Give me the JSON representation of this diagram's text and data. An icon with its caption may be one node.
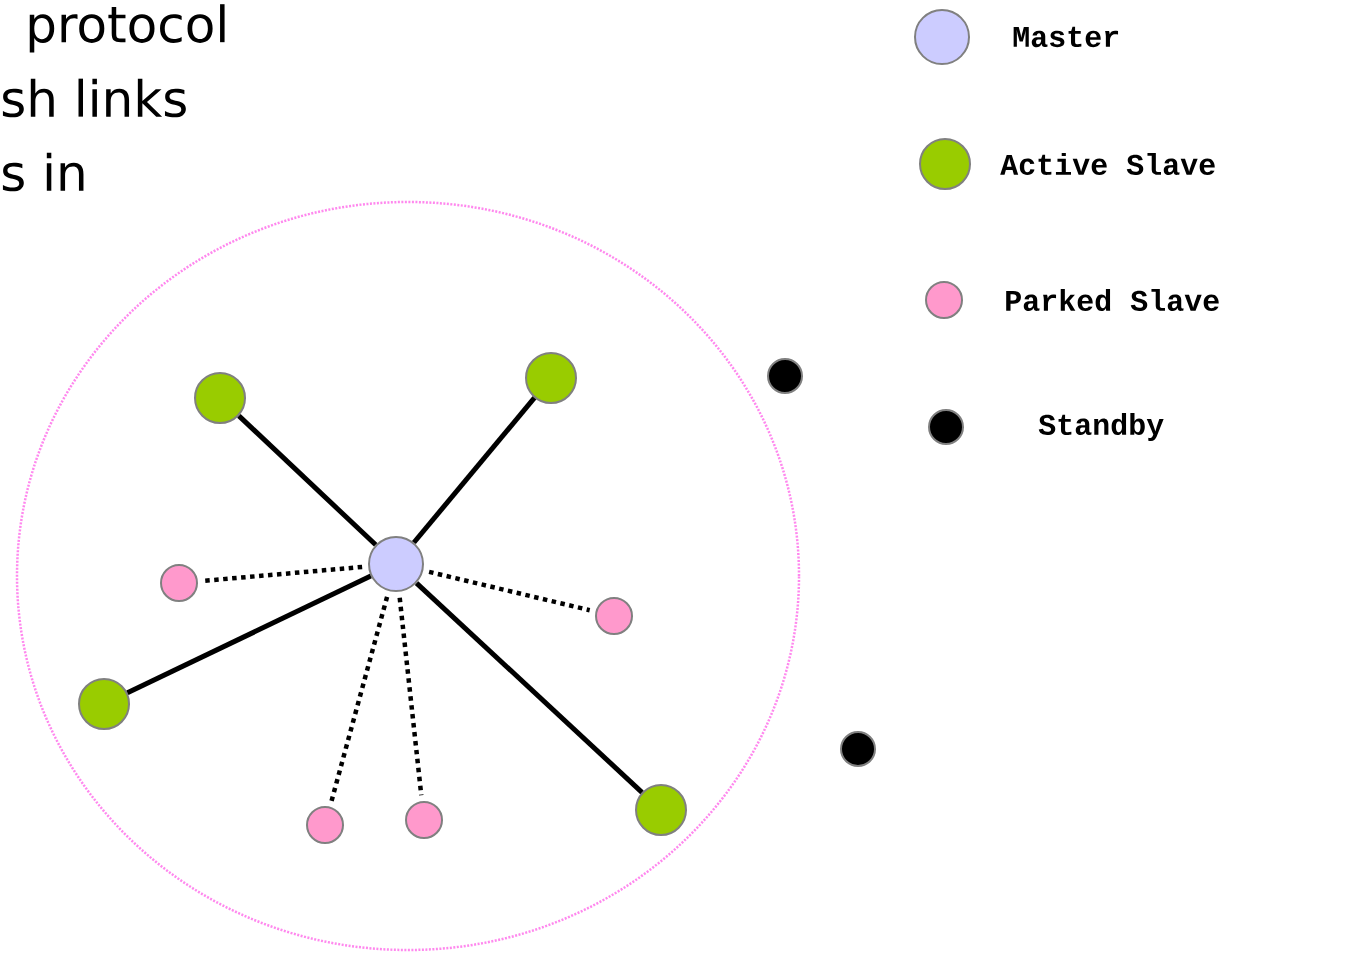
{
  "diagram": {
    "nodes": [
      {
        "text": [],
        "shape": "circle"
      },
      {
        "text": [],
        "shape": "circle",
        "in": 0
      },
      {
        "text": [],
        "shape": "circle",
        "in": 0
      },
      {
        "text": [],
        "shape": "circle"
      },
      {
        "text": [],
        "shape": "circle",
        "in": 0
      },
      {
        "text": [],
        "shape": "circle",
        "in": 0
      },
      {
        "text": [],
        "shape": "circle",
        "in": 0
      },
      {
        "text": [],
        "shape": "circle",
        "in": 0
      },
      {
        "text": [],
        "shape": "circle"
      },
      {
        "text": [],
        "shape": "circle",
        "in": 0
      },
      {
        "text": [],
        "shape": "circle",
        "in": 0
      },
      {
        "text": [],
        "shape": "circle",
        "in": 0
      }
    ],
    "edges": [
      {
        "from": 5,
        "to": 1,
        "arrow": "none"
      },
      {
        "from": 5,
        "to": 2,
        "arrow": "none"
      },
      {
        "from": 5,
        "to": 4,
        "arrow": "none",
        "style": "dashed"
      },
      {
        "from": 5,
        "to": 6,
        "arrow": "none",
        "style": "dashed"
      },
      {
        "from": 5,
        "to": 7,
        "arrow": "none"
      },
      {
        "from": 5,
        "to": 9,
        "arrow": "none",
        "style": "dashed"
      },
      {
        "from": 5,
        "to": 10,
        "arrow": "none",
        "style": "dashed"
      },
      {
        "from": 5,
        "to": 11,
        "arrow": "none"
      }
    ],
    "labels": [
      "protocol",
      "sh links",
      "s in"
    ],
    "legend": [
      {
        "text": "Master",
        "color": "#ccccff"
      },
      {
        "text": "Active Slave",
        "color": "#99cc00"
      },
      {
        "text": "Parked Slave",
        "color": "#ff99cc"
      },
      {
        "text": "Standby",
        "color": "#000000"
      }
    ]
  }
}
